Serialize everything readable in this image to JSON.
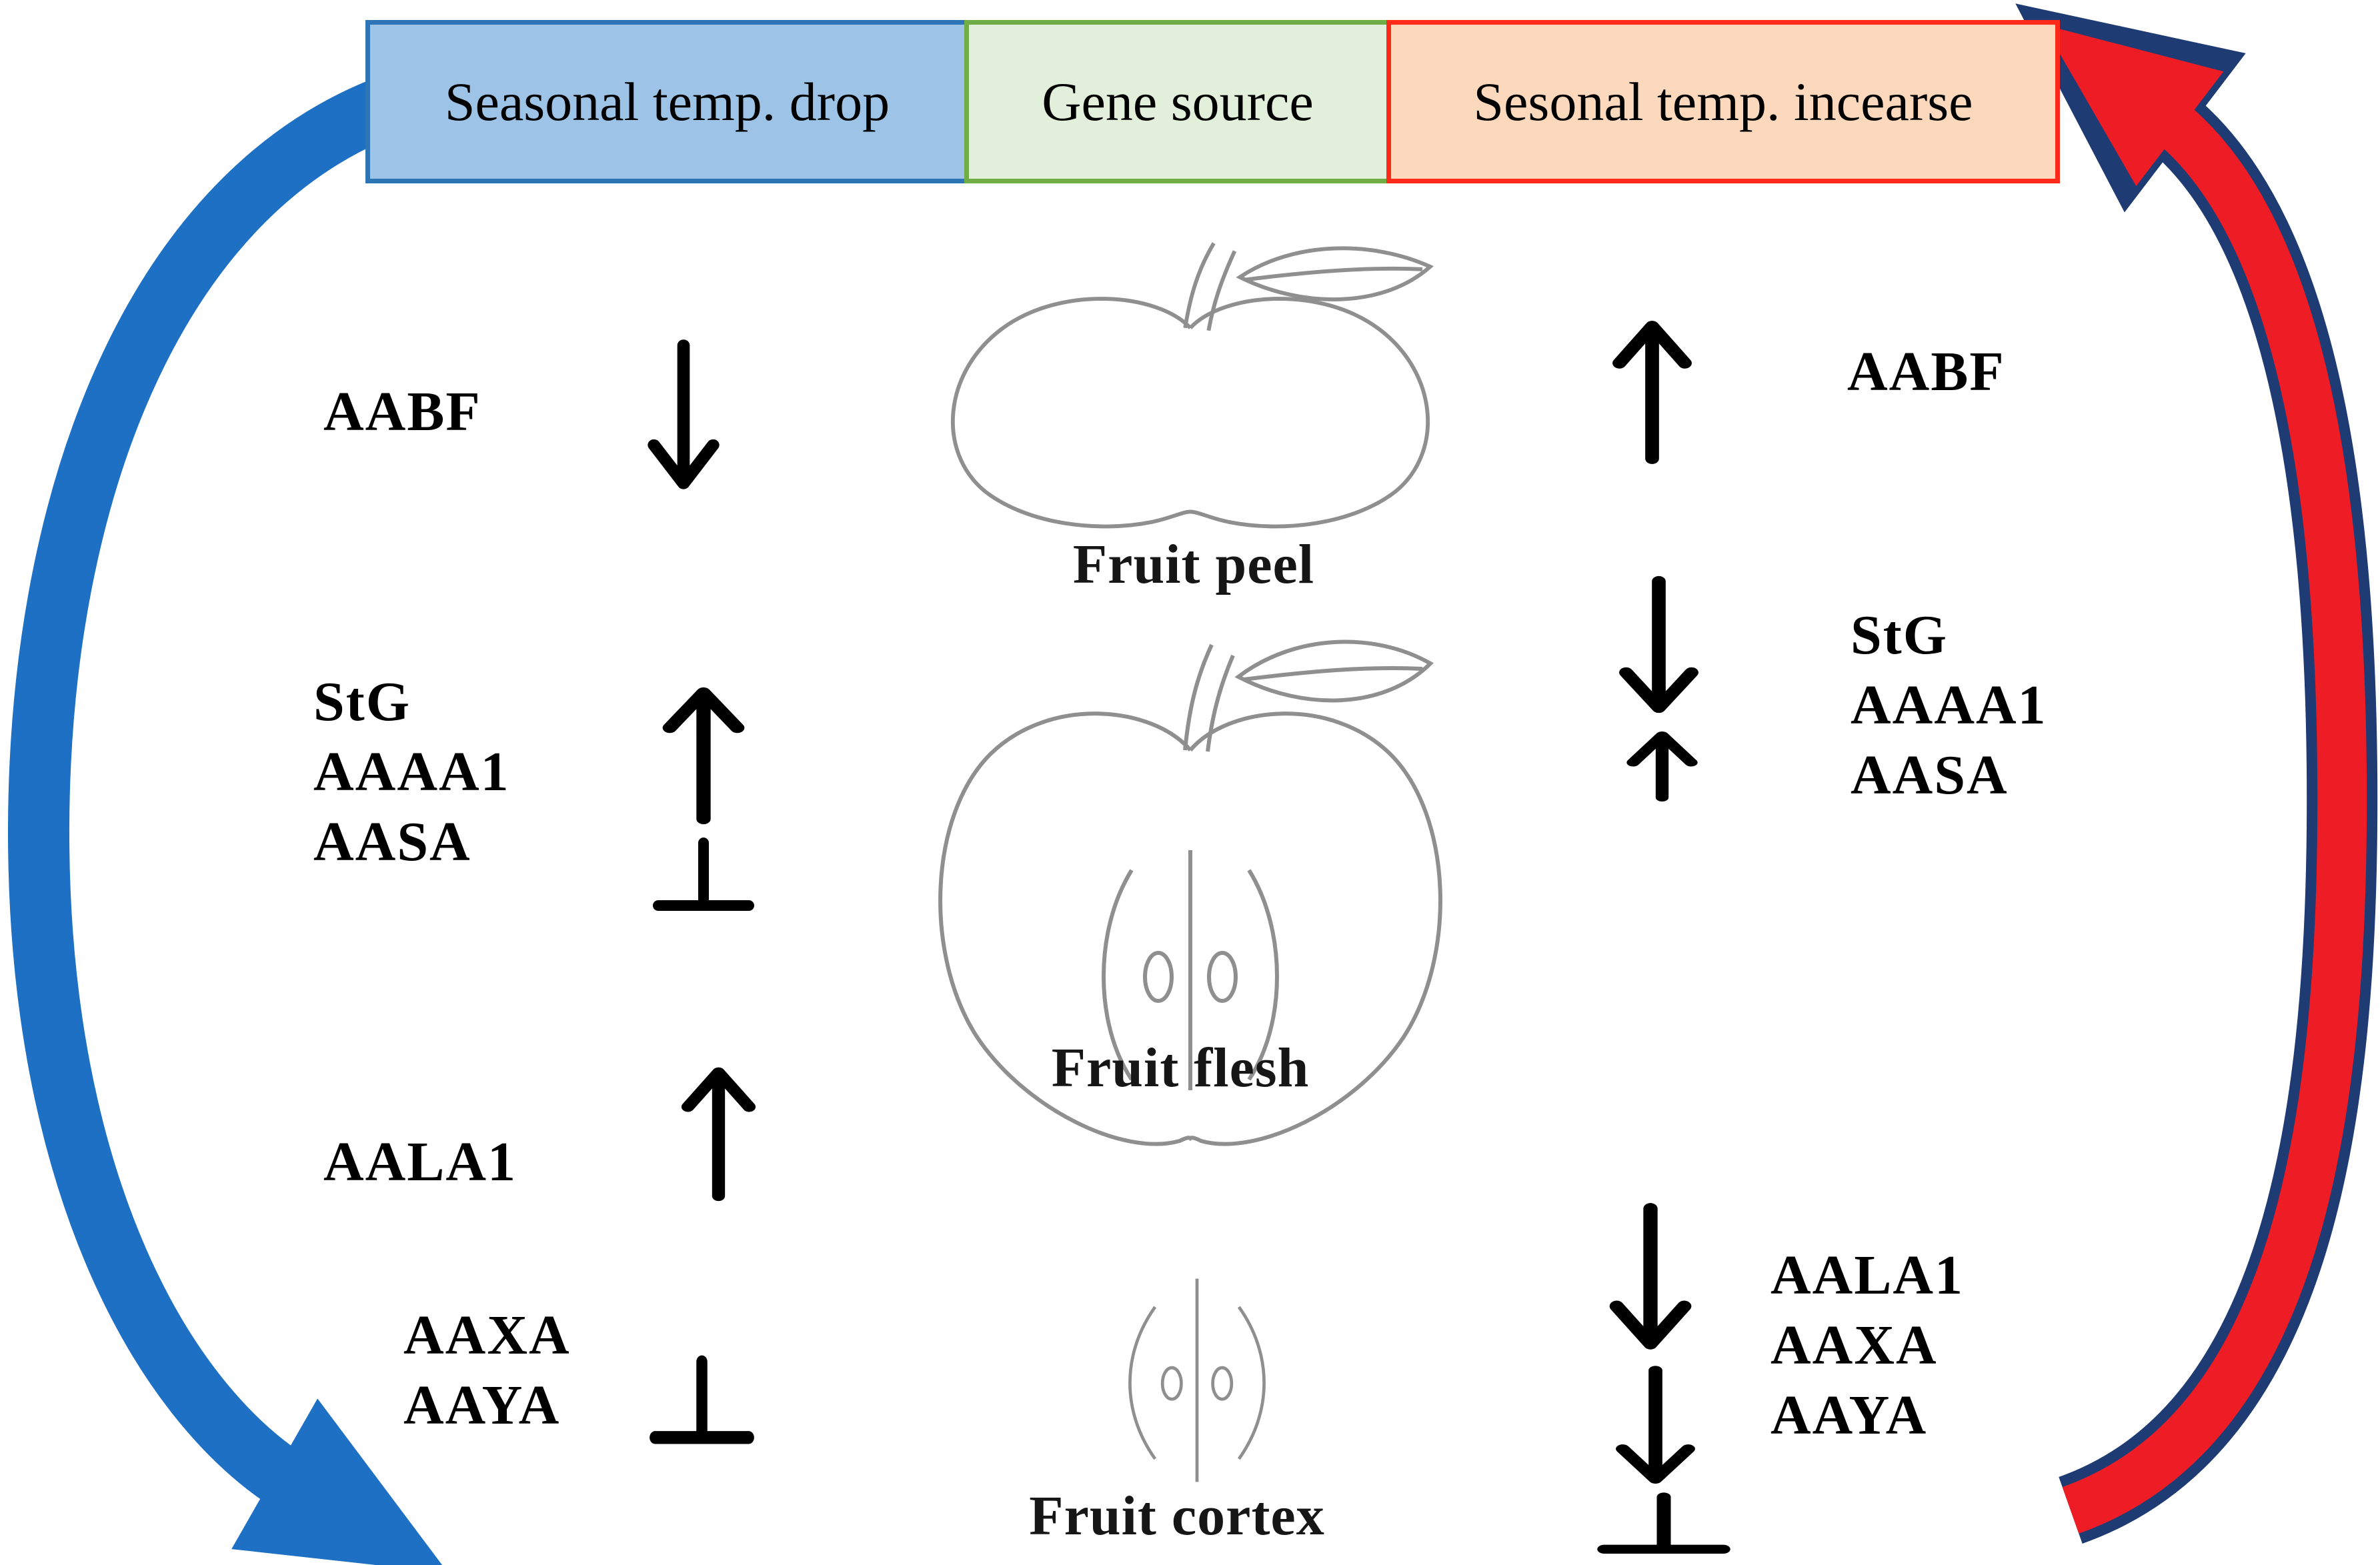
{
  "header": {
    "cold": "Seasonal temp. drop",
    "source": "Gene source",
    "heat": "Sesonal temp. incearse"
  },
  "cold_column": {
    "g1": [
      "AABF"
    ],
    "g2": [
      "StG",
      "AAAA1",
      "AASA"
    ],
    "g3": [
      "AALA1"
    ],
    "g4": [
      "AAXA",
      "AAYA"
    ]
  },
  "fruit": {
    "peel": "Fruit peel",
    "flesh": "Fruit flesh",
    "cortex": "Fruit cortex"
  },
  "heat_column": {
    "g1": [
      "AABF"
    ],
    "g2": [
      "StG",
      "AAAA1",
      "AASA"
    ],
    "g3": [
      "AALA1",
      "AAXA",
      "AAYA"
    ]
  },
  "icons": {
    "cold_g1": "down-arrow",
    "cold_g2": "up-arrow-with-inhibition-bar",
    "cold_g3": "up-arrow",
    "cold_g4": "inhibition-bar",
    "heat_g1": "up-arrow",
    "heat_g2": "down-arrow-and-small-up-arrow",
    "heat_g3": "double-down-arrow-with-inhibition-bar",
    "left_cycle": "blue-curved-cycle-arrow",
    "right_cycle": "red-curved-cycle-arrow"
  },
  "colors": {
    "cold_box_bg": "#9dc3e6",
    "cold_box_border": "#2e75b6",
    "source_box_bg": "#e2efda",
    "source_box_border": "#70ad47",
    "heat_box_bg": "#fcd9bd",
    "heat_box_border": "#ff2a1a",
    "cold_cycle": "#1d70c3",
    "heat_cycle": "#ee1c25",
    "heat_cycle_outline": "#1f3b73",
    "arrow_black": "#000000",
    "apple_line": "#8f8f8f"
  }
}
